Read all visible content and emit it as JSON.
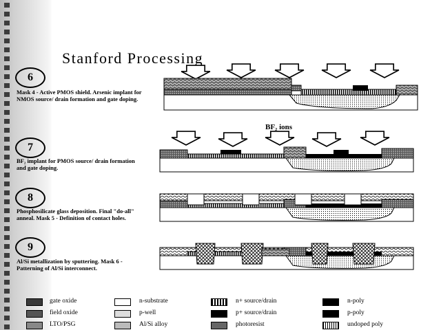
{
  "title": "Stanford Processing",
  "steps": [
    {
      "number": "6",
      "text": "Mask 4 - Active PMOS shield. Arsenic implant for NMOS source/ drain formation and gate doping."
    },
    {
      "number": "7",
      "text": "BF₂ implant for PMOS source/ drain formation and gate doping."
    },
    {
      "number": "8",
      "text": "Phosphosilicate glass deposition. Final \"do-all\" anneal. Mask 5 - Definition of contact holes."
    },
    {
      "number": "9",
      "text": "Al/Si metallization by sputtering. Mask 6 - Patterning of Al/Si interconnect."
    }
  ],
  "ions_label": "BF₂ ions",
  "legend": [
    {
      "label": "gate oxide",
      "pattern": "dots"
    },
    {
      "label": "field oxide",
      "pattern": "dense-dots"
    },
    {
      "label": "LTO/PSG",
      "pattern": "wave"
    },
    {
      "label": "n-substrate",
      "pattern": "empty"
    },
    {
      "label": "p-well",
      "pattern": "fine-dots"
    },
    {
      "label": "Al/Si alloy",
      "pattern": "cross"
    },
    {
      "label": "n+ source/drain",
      "pattern": "stripes"
    },
    {
      "label": "p+ source/drain",
      "pattern": "solid"
    },
    {
      "label": "photoresist",
      "pattern": "dark-wave"
    },
    {
      "label": "n-poly",
      "pattern": "solid"
    },
    {
      "label": "p-poly",
      "pattern": "solid"
    },
    {
      "label": "undoped poly",
      "pattern": "vstripes"
    }
  ]
}
